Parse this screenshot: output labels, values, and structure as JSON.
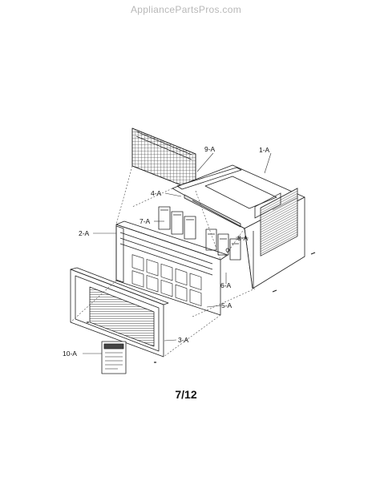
{
  "watermark": "AppliancePartsPros.com",
  "page_number": "7/12",
  "callouts": {
    "c1": "1-A",
    "c2": "2-A",
    "c3": "3-A",
    "c4": "4-A",
    "c5": "5-A",
    "c6": "6-A",
    "c7": "7-A",
    "c8": "8-A",
    "c9": "9-A",
    "c10": "10-A"
  }
}
